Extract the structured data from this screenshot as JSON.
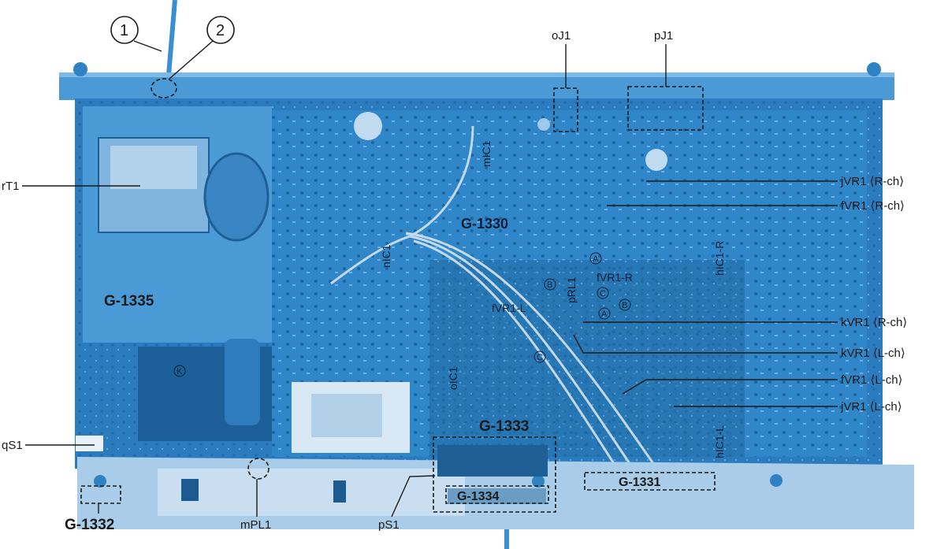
{
  "left_labels": {
    "rT1": "rT1",
    "qS1": "qS1"
  },
  "top_labels": {
    "oJ1": "oJ1",
    "pJ1": "pJ1",
    "callout_1": "1",
    "callout_2": "2"
  },
  "right_labels": [
    "jVR1 ⟨R-ch⟩",
    "fVR1 ⟨R-ch⟩",
    "kVR1 ⟨R-ch⟩",
    "kVR1 ⟨L-ch⟩",
    "fVR1 ⟨L-ch⟩",
    "jVR1 ⟨L-ch⟩"
  ],
  "bottom_labels": {
    "mPL1": "mPL1",
    "pS1": "pS1"
  },
  "boards": {
    "g1330": "G-1330",
    "g1335": "G-1335",
    "g1333": "G-1333",
    "g1334": "G-1334",
    "g1331": "G-1331",
    "g1332": "G-1332"
  },
  "pcb_labels": {
    "mIC1": "mIC1",
    "nIC1": "nIC1",
    "oIC1": "oIC1",
    "hIC1_R": "hIC1-R",
    "hIC1_L": "hIC1-L",
    "pRL1": "pRL1",
    "fVR1_R": "fVR1-R",
    "fVR1_L": "fVR1-L"
  },
  "circle_marks": {
    "A": "A",
    "B": "B",
    "C": "C",
    "K": "K"
  },
  "colors": {
    "chassis": "#3b8fd0",
    "chassis_dark": "#1f5f95",
    "board": "#2a78b8",
    "wire": "#c8d8e8",
    "rail": "#a9cce8",
    "label": "#1a1a1a"
  }
}
